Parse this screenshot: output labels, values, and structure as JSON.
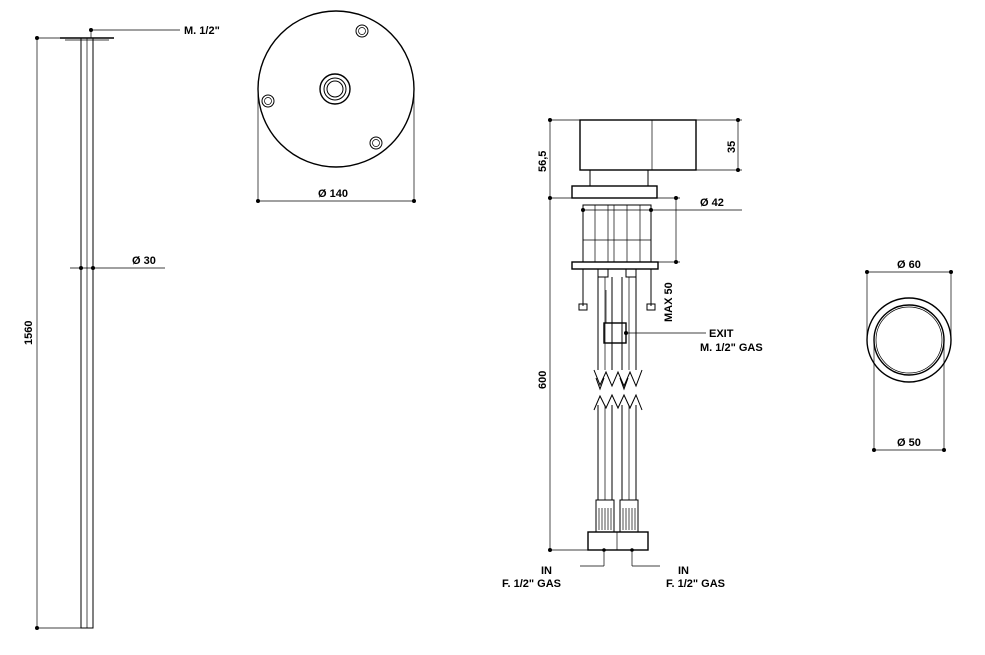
{
  "column": {
    "thread_label": "M. 1/2\"",
    "diameter_label": "Ø 30",
    "height_label": "1560"
  },
  "plan_view": {
    "diameter_label": "Ø 140"
  },
  "side_view": {
    "head_height_label": "35",
    "total_head_label": "56,5",
    "shaft_diameter_label": "Ø 42",
    "max_label": "MAX 50",
    "length_label": "600",
    "exit_line1": "EXIT",
    "exit_line2": "M. 1/2\" GAS",
    "in_left_line1": "IN",
    "in_left_line2": "F. 1/2\" GAS",
    "in_right_line1": "IN",
    "in_right_line2": "F. 1/2\" GAS"
  },
  "ring_view": {
    "outer_diameter_label": "Ø 60",
    "inner_diameter_label": "Ø 50"
  }
}
